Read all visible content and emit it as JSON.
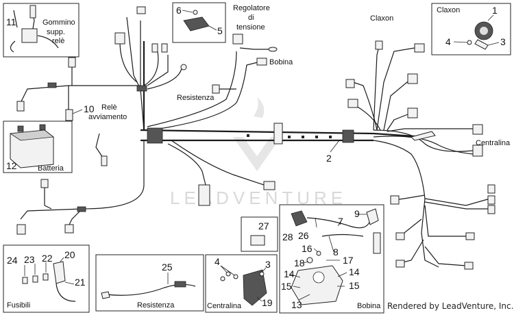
{
  "labels": {
    "gommino": "Gommino",
    "supp": "supp.",
    "rele": "relè",
    "regolatore": "Regolatore",
    "di": "di",
    "tensione": "tensione",
    "claxon_mid": "Claxon",
    "claxon_box": "Claxon",
    "bobina_top": "Bobina",
    "resistenza_top": "Resistenza",
    "rele_avv_1": "Relè",
    "rele_avv_2": "avviamento",
    "batteria": "Batteria",
    "centralina_right": "Centralina",
    "fusibili": "Fusibili",
    "resistenza_box": "Resistenza",
    "centralina_box": "Centralina",
    "bobina_box": "Bobina"
  },
  "numbers": {
    "n1": "1",
    "n2": "2",
    "n3": "3",
    "n3b": "3",
    "n4": "4",
    "n4b": "4",
    "n5": "5",
    "n6": "6",
    "n8": "8",
    "n7": "7",
    "n9": "9",
    "n10": "10",
    "n11": "11",
    "n12": "12",
    "n13": "13",
    "n14": "14",
    "n14b": "14",
    "n15": "15",
    "n15b": "15",
    "n16": "16",
    "n17": "17",
    "n18": "18",
    "n19": "19",
    "n20": "20",
    "n21": "21",
    "n22": "22",
    "n23": "23",
    "n24": "24",
    "n25": "25",
    "n26": "26",
    "n27": "27",
    "n28": "28"
  },
  "watermark": "LEADVENTURE",
  "credit": "Rendered by LeadVenture, Inc."
}
